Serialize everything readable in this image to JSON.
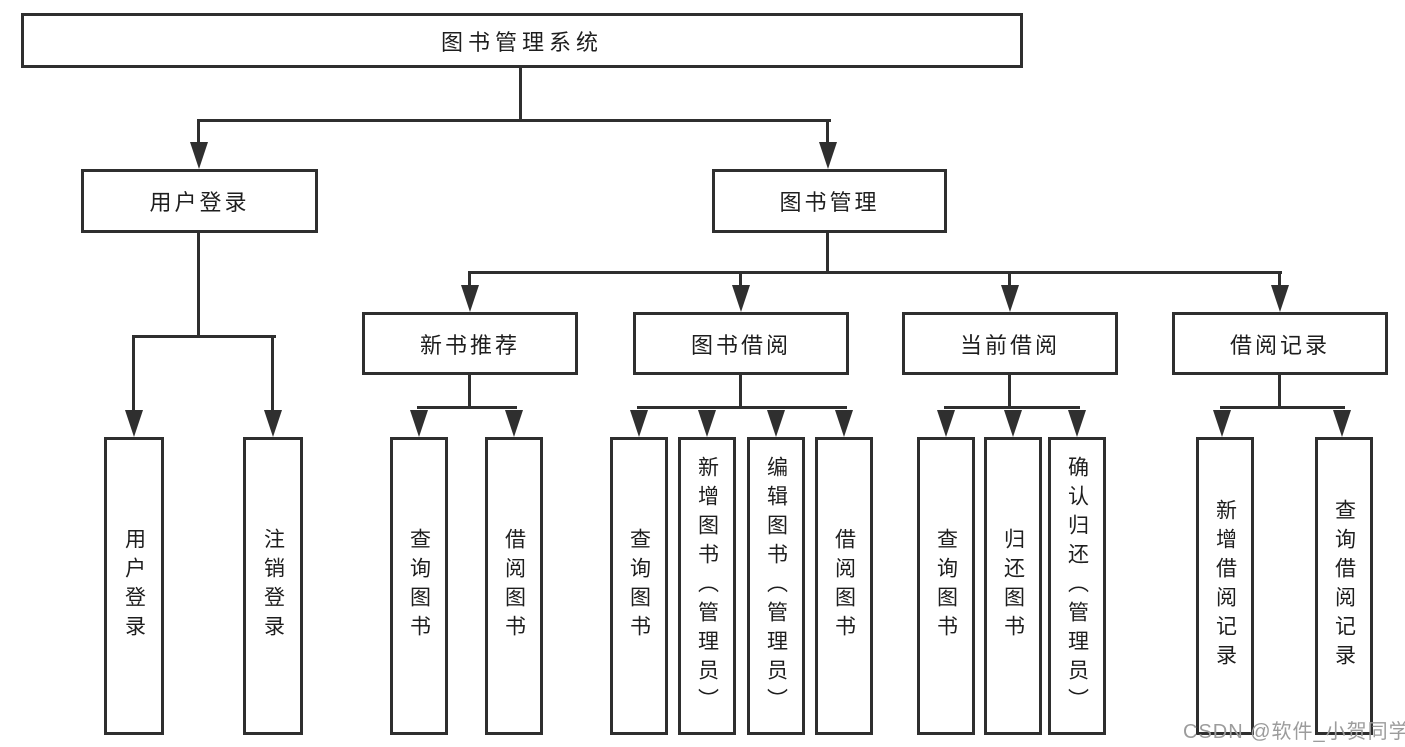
{
  "diagram": {
    "type": "tree",
    "root": {
      "label": "图书管理系统",
      "children": [
        {
          "label": "用户登录",
          "children": [
            {
              "label": "用户登录"
            },
            {
              "label": "注销登录"
            }
          ]
        },
        {
          "label": "图书管理",
          "children": [
            {
              "label": "新书推荐",
              "children": [
                {
                  "label": "查询图书"
                },
                {
                  "label": "借阅图书"
                }
              ]
            },
            {
              "label": "图书借阅",
              "children": [
                {
                  "label": "查询图书"
                },
                {
                  "label": "新增图书（管理员）"
                },
                {
                  "label": "编辑图书（管理员）"
                },
                {
                  "label": "借阅图书"
                }
              ]
            },
            {
              "label": "当前借阅",
              "children": [
                {
                  "label": "查询图书"
                },
                {
                  "label": "归还图书"
                },
                {
                  "label": "确认归还（管理员）"
                }
              ]
            },
            {
              "label": "借阅记录",
              "children": [
                {
                  "label": "新增借阅记录"
                },
                {
                  "label": "查询借阅记录"
                }
              ]
            }
          ]
        }
      ]
    }
  },
  "watermark": {
    "text": "CSDN @软件_小贺同学",
    "color": "#9c9c9c"
  },
  "colors": {
    "line": "#2f2f2f",
    "text": "#1e1e1e",
    "background": "#ffffff"
  }
}
